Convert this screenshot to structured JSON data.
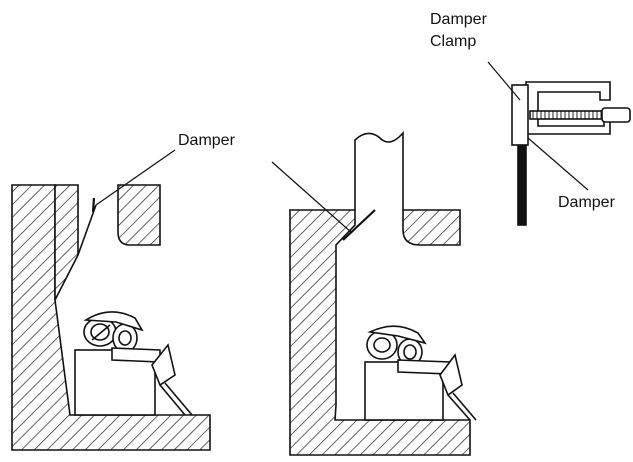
{
  "labels": {
    "damper_left": "Damper",
    "damper_clamp_line1": "Damper",
    "damper_clamp_line2": "Clamp",
    "damper_right": "Damper"
  },
  "colors": {
    "ink": "#111111",
    "background": "#ffffff",
    "hatch": "#222222"
  }
}
